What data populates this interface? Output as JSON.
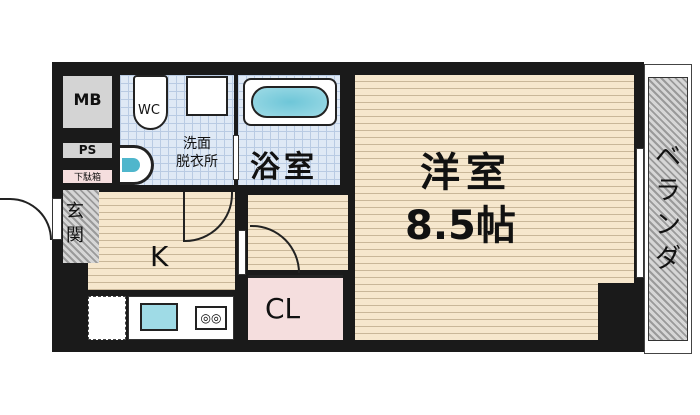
{
  "rooms": {
    "mb": "MB",
    "wc": "WC",
    "washroom": [
      "洗面",
      "脱衣所"
    ],
    "bath": "浴室",
    "ps": "PS",
    "shoe_box": "下駄箱",
    "entrance": [
      "玄",
      "関"
    ],
    "kitchen": "K",
    "closet": "CL",
    "western_room": "洋室",
    "western_room_size": "8.5帖",
    "balcony": [
      "ベ",
      "ラ",
      "ン",
      "ダ"
    ]
  },
  "colors": {
    "wall": "#1a1a1a",
    "floor": "#f6e7cd",
    "tile": "#dfe9f5",
    "closet": "#f5dede"
  }
}
